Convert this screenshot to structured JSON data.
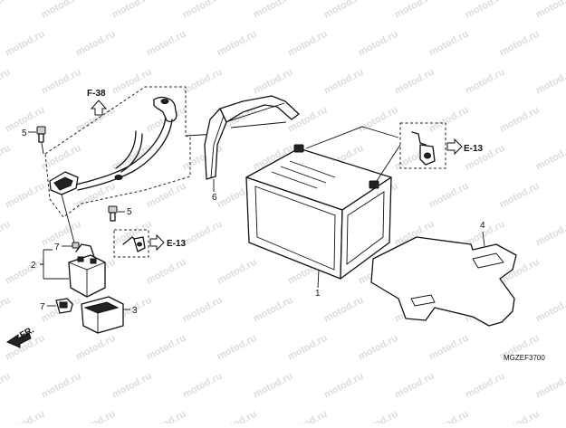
{
  "watermark": "motod.ru",
  "diagram_code": "MGZEF3700",
  "front_label": "FR.",
  "references": {
    "f38": "F-38",
    "e13_left": "E-13",
    "e13_right": "E-13"
  },
  "callouts": {
    "p1": "1",
    "p2": "2",
    "p3": "3",
    "p4": "4",
    "p5_top": "5",
    "p5_mid": "5",
    "p6": "6",
    "p7_upper": "7",
    "p7_lower": "7"
  }
}
